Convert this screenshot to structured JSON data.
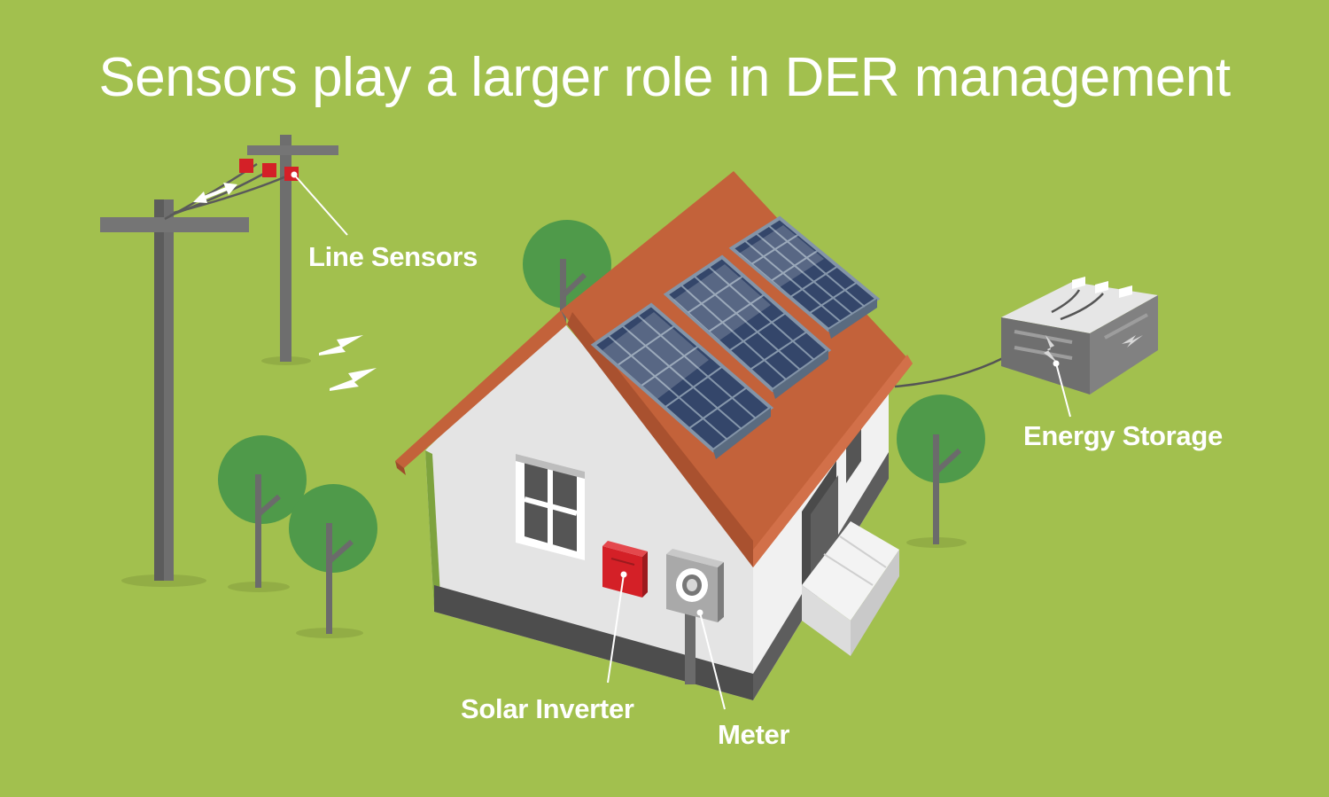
{
  "title": "Sensors play a larger role in DER management",
  "labels": {
    "line_sensors": "Line Sensors",
    "energy_storage": "Energy Storage",
    "solar_inverter": "Solar Inverter",
    "meter": "Meter"
  },
  "colors": {
    "background": "#a2c04e",
    "tree": "#4f9a4a",
    "pole": "#6b6b6b",
    "sensor": "#d42027",
    "roof": "#c3623a",
    "wall": "#e4e4e4",
    "panel": "#34466a",
    "inverter": "#d42027",
    "label": "#ffffff"
  }
}
